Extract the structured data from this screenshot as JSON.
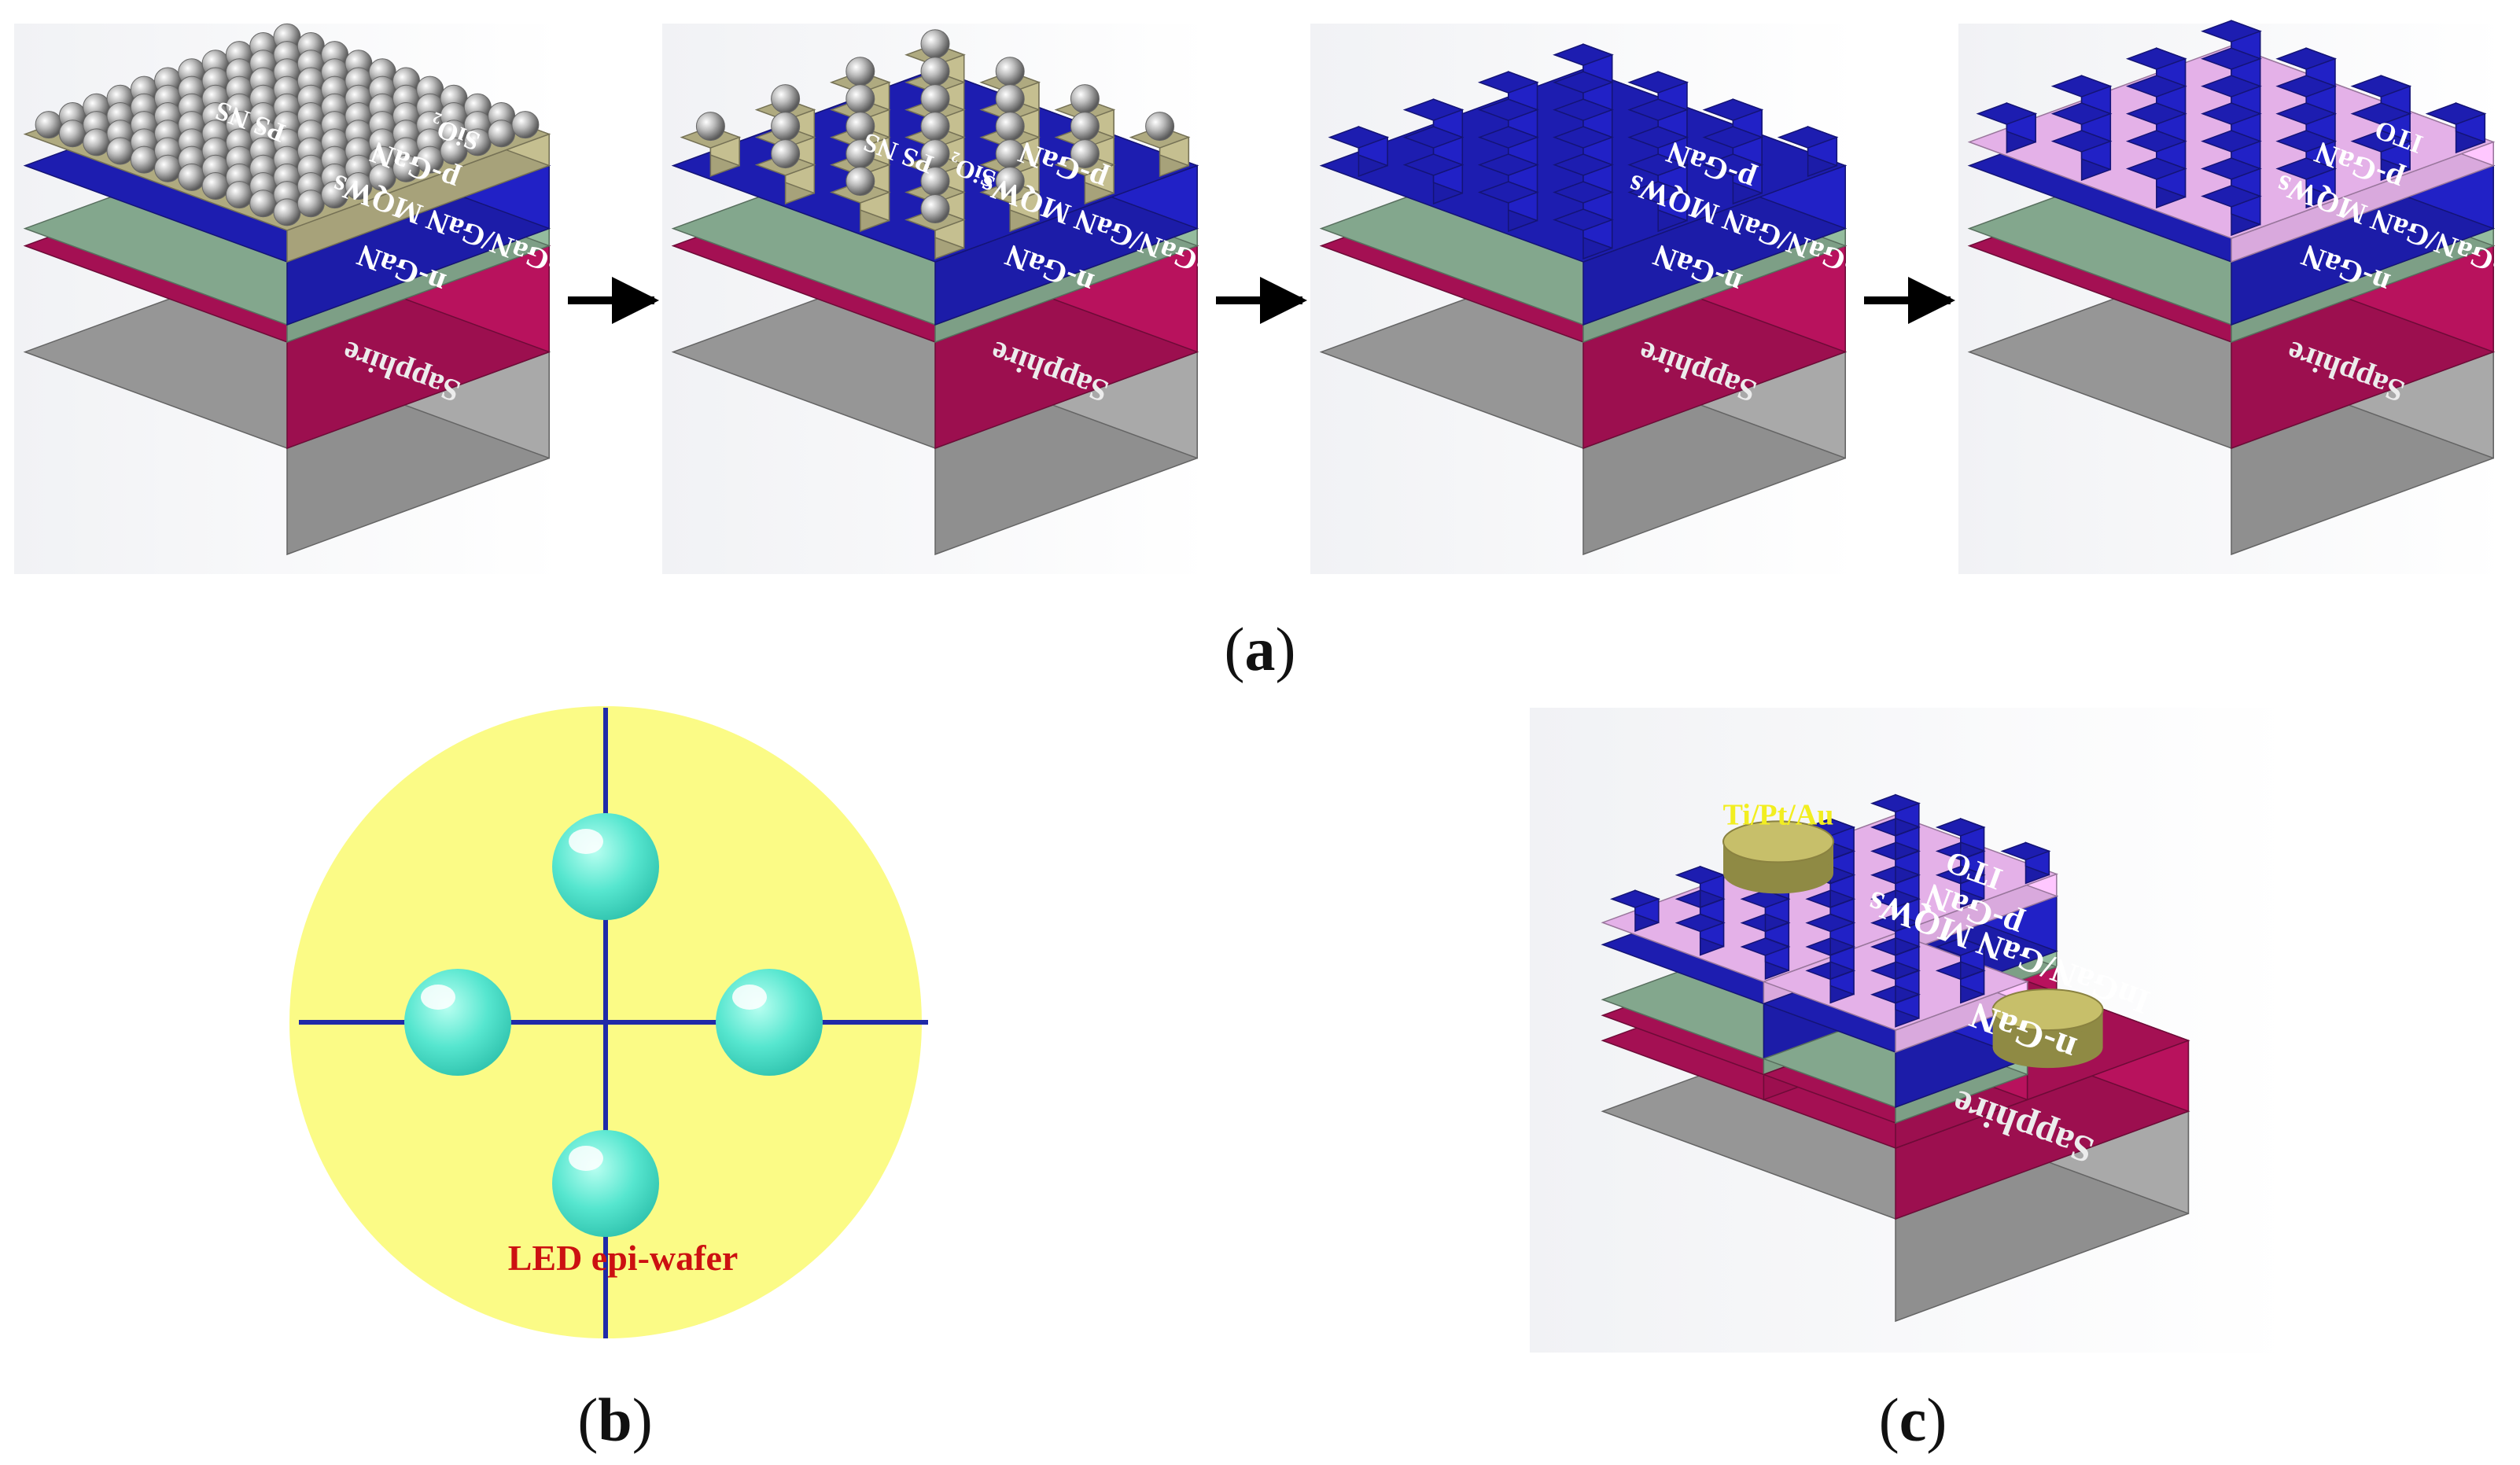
{
  "panel_a": {
    "caption_open": "(",
    "caption_letter": "a",
    "caption_close": ")",
    "steps": [
      {
        "bottom": "Sapphire",
        "n_layer": "n-GaN",
        "mqw": "InGaN/GaN MQWs",
        "p_layer": "p-GaN",
        "top_layer": "SiO₂",
        "feature": "PS NS"
      },
      {
        "bottom": "Sapphire",
        "n_layer": "n-GaN",
        "mqw": "InGaN/GaN MQWs",
        "p_layer": "p-GaN",
        "top_layer": "SiO₂",
        "feature": "PS NS"
      },
      {
        "bottom": "Sapphire",
        "n_layer": "n-GaN",
        "mqw": "InGaN/GaN MQWs",
        "p_layer": "p-GaN"
      },
      {
        "bottom": "Sapphire",
        "n_layer": "n-GaN",
        "mqw": "InGaN/GaN MQWs",
        "p_layer": "p-GaN",
        "top_layer": "ITO"
      }
    ]
  },
  "panel_b": {
    "caption_open": "(",
    "caption_letter": "b",
    "caption_close": ")",
    "wafer_label": "LED epi-wafer"
  },
  "panel_c": {
    "caption_open": "(",
    "caption_letter": "c",
    "caption_close": ")",
    "contact": "Ti/Pt/Au",
    "ito": "ITO",
    "p_layer": "p-GaN",
    "mqw": "InGaN/GaN MQWs",
    "n_layer": "n-GaN",
    "bottom": "Sapphire"
  },
  "colors": {
    "sapphire": "#8f8f8f",
    "n_gan": "#9c0f4f",
    "mqw": "#7d9f86",
    "p_gan": "#1c1ca8",
    "sio2": "#a7a27a",
    "ito": "#d9a9dd",
    "wafer": "#fbfb86",
    "droplet": "#56e6cf",
    "wafer_label": "#cc1111",
    "contact_label": "#f2ee20",
    "axis_line": "#1f2aa8"
  }
}
